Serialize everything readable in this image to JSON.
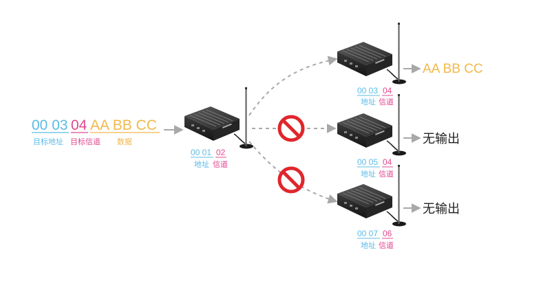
{
  "colors": {
    "address": "#5bbbe6",
    "channel": "#e0478f",
    "data": "#f2b84a",
    "arrow": "#a8a8a8",
    "forbidden": "#e0262c",
    "text": "#222222"
  },
  "input": {
    "address": "00 03",
    "channel": "04",
    "data": "AA BB CC",
    "address_label": "目标地址",
    "channel_label": "目标信道",
    "data_label": "数据"
  },
  "source_device": {
    "address": "00 01",
    "channel": "02",
    "address_label": "地址",
    "channel_label": "信道",
    "icon": "radio-modem-icon"
  },
  "receivers": [
    {
      "address": "00 03",
      "channel": "04",
      "address_label": "地址",
      "channel_label": "信道",
      "output": "AA BB CC",
      "blocked": false,
      "icon": "radio-modem-icon"
    },
    {
      "address": "00 05",
      "channel": "04",
      "address_label": "地址",
      "channel_label": "信道",
      "output": "无输出",
      "blocked": true,
      "icon": "radio-modem-icon"
    },
    {
      "address": "00 07",
      "channel": "06",
      "address_label": "地址",
      "channel_label": "信道",
      "output": "无输出",
      "blocked": true,
      "icon": "radio-modem-icon"
    }
  ],
  "icons": {
    "blocked": "no-entry-icon",
    "arrow": "arrow-right-icon"
  }
}
